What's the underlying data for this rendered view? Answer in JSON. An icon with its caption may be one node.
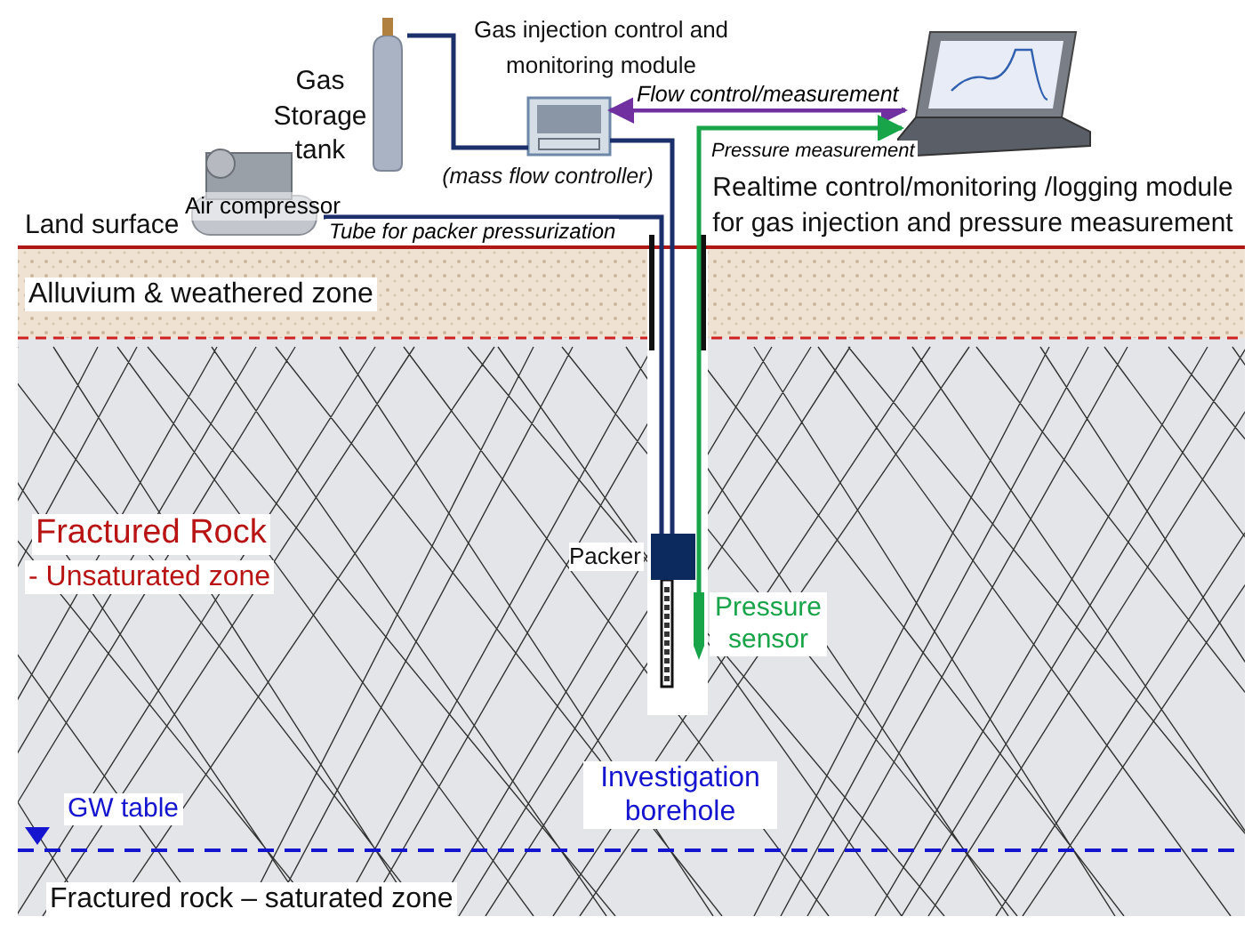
{
  "diagram": {
    "nodes": [
      {
        "text": [],
        "shape": "cylinder",
        "beside": [
          "Gas Storage tank"
        ]
      },
      {
        "text": [
          "Air compressor"
        ]
      },
      {
        "text": [],
        "shape": "picture",
        "beside": [
          "Gas injection control and monitoring module",
          "(mass flow controller)"
        ]
      },
      {
        "text": [],
        "shape": "picture",
        "beside": [
          "Realtime control/monitoring /logging module for gas injection and pressure measurement"
        ]
      },
      {
        "text": [],
        "shape": "box",
        "beside": [
          "Packer"
        ]
      },
      {
        "text": [],
        "shape": "bar",
        "beside": [
          "Pressure sensor"
        ]
      }
    ],
    "edges": [
      {
        "from": 0,
        "to": 2,
        "arrow": "none"
      },
      {
        "from": 1,
        "to": 4,
        "arrow": "none",
        "label": "Tube for packer pressurization"
      },
      {
        "from": 2,
        "to": 4,
        "arrow": "none"
      },
      {
        "from": 2,
        "to": 3,
        "arrow": "both",
        "label": "Flow control/measurement",
        "color": "#7030a0"
      },
      {
        "from": 5,
        "to": 3,
        "arrow": "to",
        "label": "Pressure measurement",
        "color": "#18a448"
      }
    ],
    "labels": [
      "Land surface",
      "Alluvium & weathered zone",
      "Fractured Rock",
      "- Unsaturated zone",
      "Investigation borehole",
      "GW table",
      "Fractured rock – saturated zone"
    ]
  }
}
